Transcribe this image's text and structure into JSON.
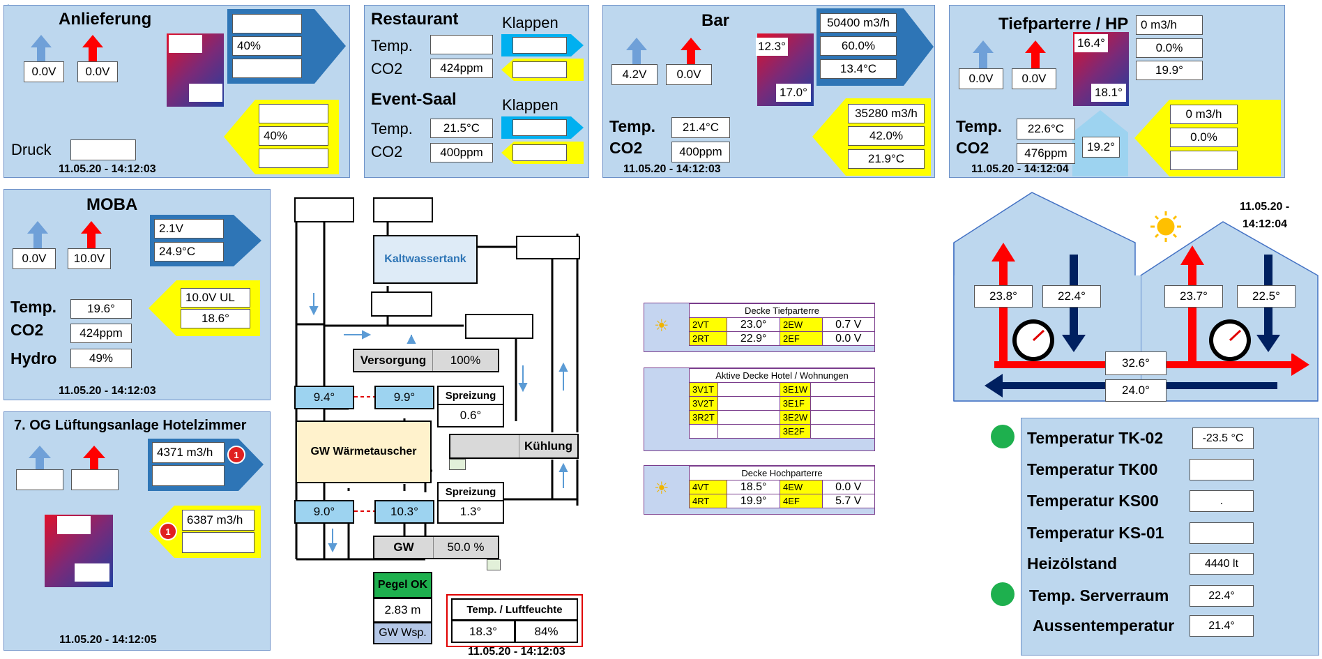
{
  "anlieferung": {
    "title": "Anlieferung",
    "in_volt": "0.0V",
    "out_volt": "0.0V",
    "supply_vals": [
      "",
      "40%",
      ""
    ],
    "exhaust_vals": [
      "",
      "40%",
      ""
    ],
    "druck_label": "Druck",
    "druck_val": "",
    "timestamp": "11.05.20 - 14:12:03"
  },
  "restaurant": {
    "title": "Restaurant",
    "klappen_label": "Klappen",
    "temp_label": "Temp.",
    "temp_val": "",
    "co2_label": "CO2",
    "co2_val": "424ppm",
    "event_title": "Event-Saal",
    "event_klappen_label": "Klappen",
    "event_temp_label": "Temp.",
    "event_temp_val": "21.5°C",
    "event_co2_label": "CO2",
    "event_co2_val": "400ppm"
  },
  "bar": {
    "title": "Bar",
    "in_volt": "4.2V",
    "out_volt": "0.0V",
    "hx_top": "12.3°",
    "hx_bottom": "17.0°",
    "supply_vals": [
      "50400 m3/h",
      "60.0%",
      "13.4°C"
    ],
    "exhaust_vals": [
      "35280 m3/h",
      "42.0%",
      "21.9°C"
    ],
    "temp_label": "Temp.",
    "temp_val": "21.4°C",
    "co2_label": "CO2",
    "co2_val": "400ppm",
    "timestamp": "11.05.20 - 14:12:03"
  },
  "tiefparterre": {
    "title": "Tiefparterre / HP",
    "in_volt": "0.0V",
    "out_volt": "0.0V",
    "hx_top": "16.4°",
    "hx_bottom": "18.1°",
    "supply_vals": [
      "0 m3/h",
      "0.0%",
      "19.9°"
    ],
    "exhaust_vals": [
      "0 m3/h",
      "0.0%",
      ""
    ],
    "house_val": "19.2°",
    "temp_label": "Temp.",
    "temp_val": "22.6°C",
    "co2_label": "CO2",
    "co2_val": "476ppm",
    "timestamp": "11.05.20 - 14:12:04"
  },
  "moba": {
    "title": "MOBA",
    "in_volt": "0.0V",
    "out_volt": "10.0V",
    "supply_vals": [
      "2.1V",
      "24.9°C"
    ],
    "exhaust_vals": [
      "10.0V UL",
      "18.6°"
    ],
    "temp_label": "Temp.",
    "temp_val": "19.6°",
    "co2_label": "CO2",
    "co2_val": "424ppm",
    "hydro_label": "Hydro",
    "hydro_val": "49%",
    "timestamp": "11.05.20 - 14:12:03"
  },
  "og7": {
    "title": "7. OG Lüftungsanlage Hotelzimmer",
    "in_val": "",
    "out_val": "",
    "supply_vals": [
      "4371 m3/h",
      ""
    ],
    "supply_badge": "1",
    "exhaust_vals": [
      "6387 m3/h",
      ""
    ],
    "exhaust_badge": "1",
    "timestamp": "11.05.20 - 14:12:05"
  },
  "diagram": {
    "kaltwassertank": "Kaltwassertank",
    "versorgung_label": "Versorgung",
    "versorgung_val": "100%",
    "t1": "9.4°",
    "t2": "9.9°",
    "spreizung1_label": "Spreizung",
    "spreizung1_val": "0.6°",
    "gw_waermetauscher": "GW Wärmetauscher",
    "kuehlung_label": "Kühlung",
    "spreizung2_label": "Spreizung",
    "spreizung2_val": "1.3°",
    "t3": "9.0°",
    "t4": "10.3°",
    "gw_label": "GW",
    "gw_val": "50.0 %",
    "pegel_label": "Pegel OK",
    "pegel_val": "2.83 m",
    "gw_wsp_label": "GW Wsp.",
    "tl_title": "Temp. / Luftfeuchte",
    "tl_temp": "18.3°",
    "tl_hum": "84%",
    "timestamp": "11.05.20 - 14:12:03"
  },
  "decke_tief": {
    "title": "Decke Tiefparterre",
    "rows": [
      {
        "k1": "2VT",
        "v1": "23.0°",
        "k2": "2EW",
        "v2": "0.7 V"
      },
      {
        "k1": "2RT",
        "v1": "22.9°",
        "k2": "2EF",
        "v2": "0.0 V"
      }
    ]
  },
  "decke_aktiv": {
    "title": "Aktive Decke Hotel / Wohnungen",
    "rows": [
      {
        "k1": "3V1T",
        "v1": "",
        "k2": "3E1W",
        "v2": ""
      },
      {
        "k1": "3V2T",
        "v1": "",
        "k2": "3E1F",
        "v2": ""
      },
      {
        "k1": "3R2T",
        "v1": "",
        "k2": "3E2W",
        "v2": ""
      },
      {
        "k1": "",
        "v1": "",
        "k2": "3E2F",
        "v2": ""
      }
    ]
  },
  "decke_hoch": {
    "title": "Decke Hochparterre",
    "rows": [
      {
        "k1": "4VT",
        "v1": "18.5°",
        "k2": "4EW",
        "v2": "0.0 V"
      },
      {
        "k1": "4RT",
        "v1": "19.9°",
        "k2": "4EF",
        "v2": "5.7 V"
      }
    ]
  },
  "houses": {
    "timestamp_date": "11.05.20 -",
    "timestamp_time": "14:12:04",
    "h1_supply": "23.8°",
    "h1_return": "22.4°",
    "h2_supply": "23.7°",
    "h2_return": "22.5°",
    "main_supply": "32.6°",
    "main_return": "24.0°"
  },
  "temps": {
    "rows": [
      {
        "label": "Temperatur TK-02",
        "value": "-23.5 °C",
        "status": "ok"
      },
      {
        "label": "Temperatur TK00",
        "value": "",
        "status": ""
      },
      {
        "label": "Temperatur KS00",
        "value": ".",
        "status": ""
      },
      {
        "label": "Temperatur KS-01",
        "value": "",
        "status": ""
      },
      {
        "label": "Heizölstand",
        "value": "4440 lt",
        "status": ""
      },
      {
        "label": "Temp. Serverraum",
        "value": "22.4°",
        "status": "ok"
      },
      {
        "label": "Aussentemperatur",
        "value": "21.4°",
        "status": ""
      }
    ]
  },
  "colors": {
    "panel_bg": "#bdd7ee",
    "supply_blue": "#2e75b6",
    "exhaust_yellow": "#ffff00",
    "up_red": "#ff0000",
    "light_blue_arrow": "#6fa0d8",
    "status_green": "#1eb04e"
  }
}
